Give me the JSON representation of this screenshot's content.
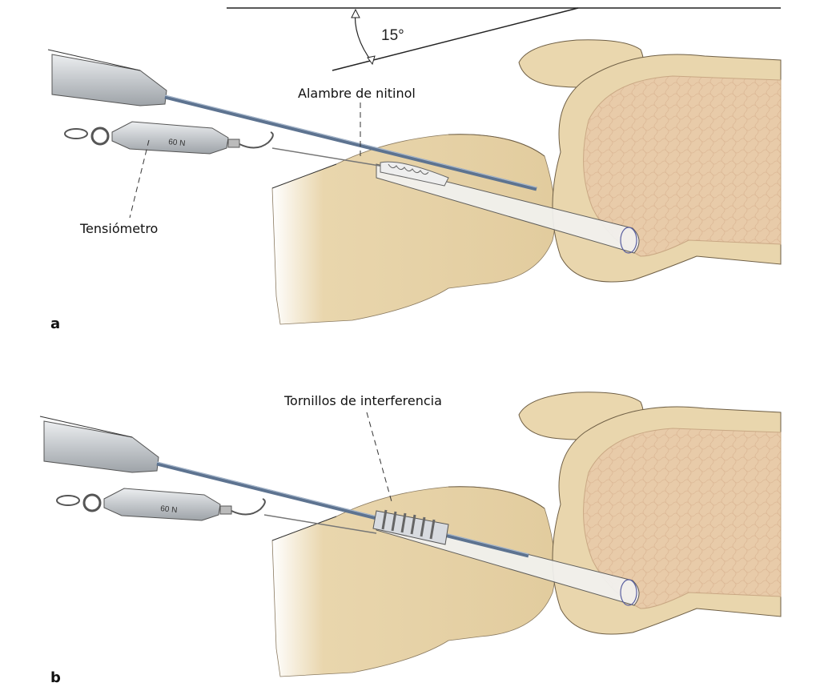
{
  "panels": [
    {
      "letter": "a",
      "angle_label": "15°",
      "wire_label": "Alambre de nitinol",
      "tensiometer_label": "Tensiómetro",
      "tensiometer_reading": "60 N"
    },
    {
      "letter": "b",
      "screw_label": "Tornillos de interferencia",
      "tensiometer_reading": "60 N"
    }
  ],
  "colors": {
    "bone": "#e9d6ad",
    "bone_shadow": "#d4b98a",
    "cancellous": "#e6c8a6",
    "wire": "#5d7390",
    "metal": "#c9ccd0"
  }
}
